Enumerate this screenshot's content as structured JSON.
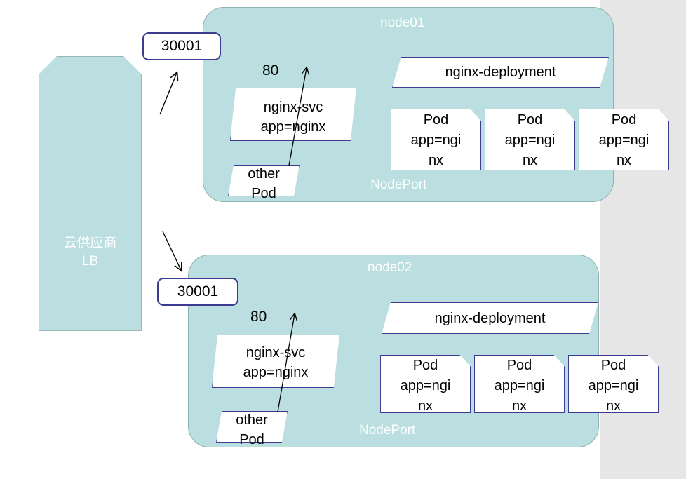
{
  "diagram": {
    "title": "Kubernetes NodePort with Cloud Provider LB",
    "colors": {
      "node_fill": "#bbdfe0",
      "node_stroke": "#8fb2b2",
      "shape_stroke": "#3b3b8f",
      "shape_fill": "#ffffff",
      "gray_band": "#e6e6e6",
      "label_white": "#ffffff"
    }
  },
  "load_balancer": {
    "label": "云供应商\nLB",
    "line1": "云供应商",
    "line2": "LB"
  },
  "ports": {
    "nodeport_badge_1": "30001",
    "nodeport_badge_2": "30001",
    "service_port_1": "80",
    "service_port_2": "80"
  },
  "nodes": [
    {
      "name": "node01",
      "nodeport_label": "NodePort",
      "service": {
        "name": "nginx-svc",
        "selector": "app=nginx",
        "text": "nginx-svc\napp=nginx"
      },
      "other_pod": {
        "text": "other\nPod",
        "line1": "other",
        "line2": "Pod"
      },
      "deployment": {
        "name": "nginx-deployment"
      },
      "pods": [
        {
          "text": "Pod\napp=ngi\nnx",
          "kind": "Pod",
          "label": "app=nginx"
        },
        {
          "text": "Pod\napp=ngi\nnx",
          "kind": "Pod",
          "label": "app=nginx"
        },
        {
          "text": "Pod\napp=ngi\nnx",
          "kind": "Pod",
          "label": "app=nginx"
        }
      ]
    },
    {
      "name": "node02",
      "nodeport_label": "NodePort",
      "service": {
        "name": "nginx-svc",
        "selector": "app=nginx",
        "text": "nginx-svc\napp=nginx"
      },
      "other_pod": {
        "text": "other\nPod",
        "line1": "other",
        "line2": "Pod"
      },
      "deployment": {
        "name": "nginx-deployment"
      },
      "pods": [
        {
          "text": "Pod\napp=ngi\nnx",
          "kind": "Pod",
          "label": "app=nginx"
        },
        {
          "text": "Pod\napp=ngi\nnx",
          "kind": "Pod",
          "label": "app=nginx"
        },
        {
          "text": "Pod\napp=ngi\nnx",
          "kind": "Pod",
          "label": "app=nginx"
        }
      ]
    }
  ],
  "connectors": [
    {
      "name": "lb-to-node01",
      "from": "LB",
      "to": "30001 (node01)",
      "direction": "up-right"
    },
    {
      "name": "lb-to-node02",
      "from": "LB",
      "to": "30001 (node02)",
      "direction": "down-right"
    },
    {
      "name": "pod-to-service-node01",
      "from": "other Pod",
      "to": "nginx-svc 80",
      "direction": "up"
    },
    {
      "name": "pod-to-service-node02",
      "from": "other Pod",
      "to": "nginx-svc 80",
      "direction": "up"
    }
  ]
}
